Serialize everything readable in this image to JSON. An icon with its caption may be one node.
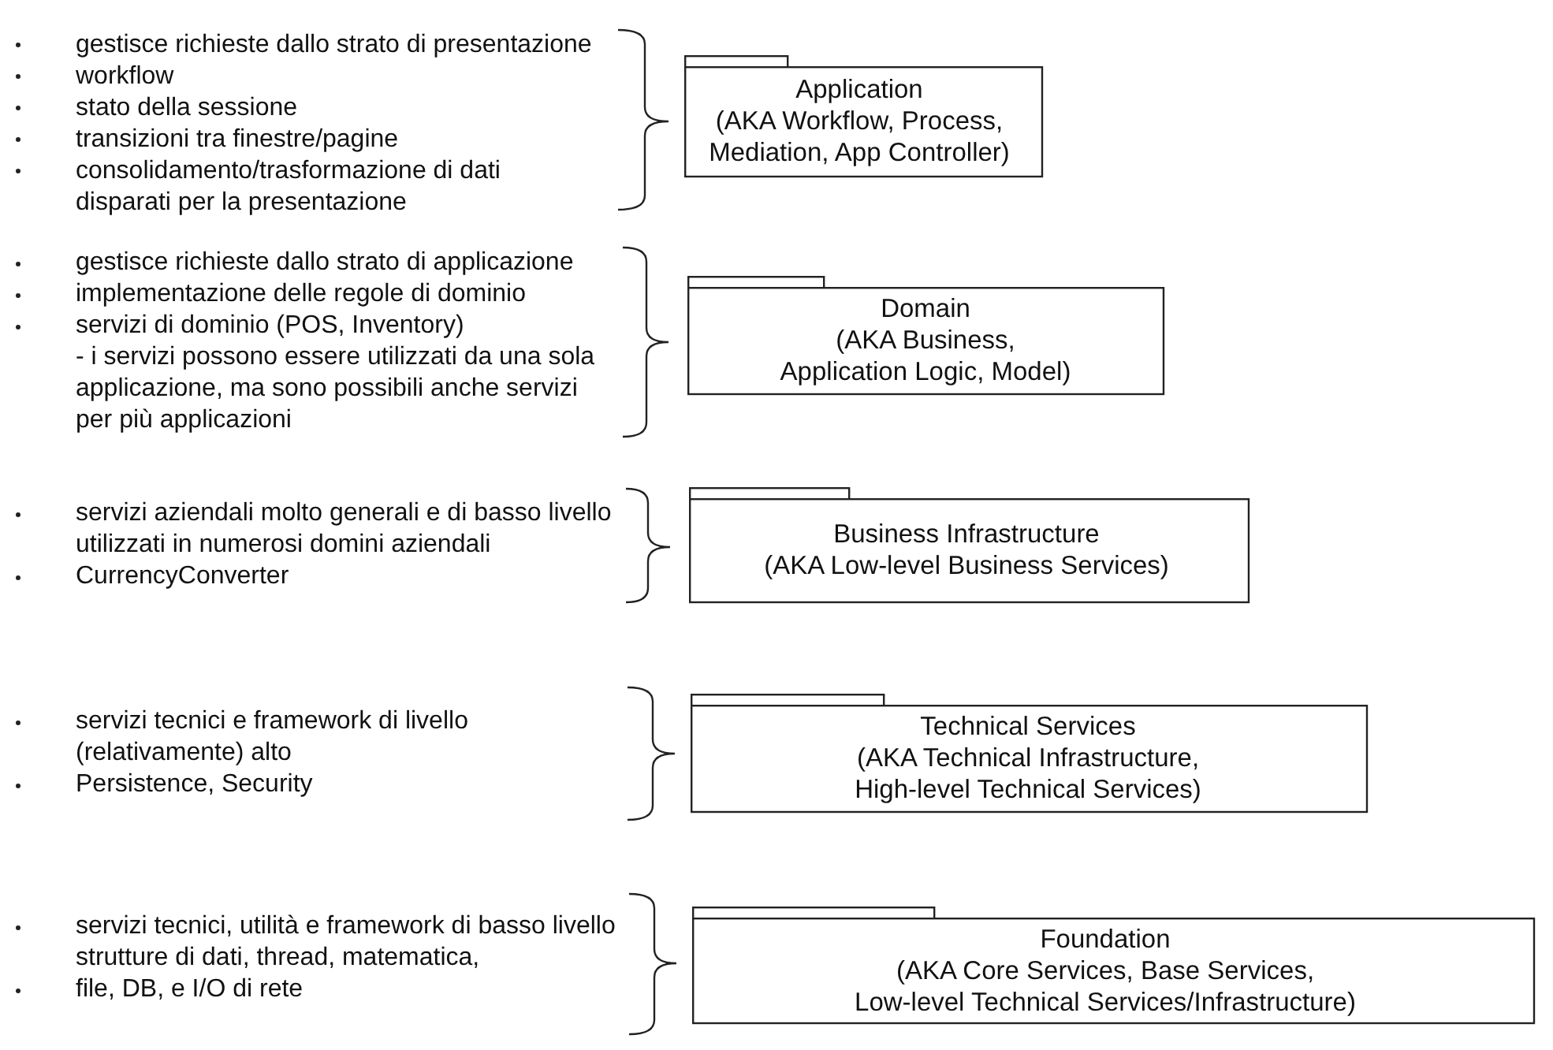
{
  "diagram": {
    "nodes": [
      {
        "text": [
          "Application",
          "(AKA Workflow, Process, Mediation, App Controller)"
        ]
      },
      {
        "text": [
          "Domain",
          "(AKA Business, Application Logic, Model)"
        ]
      },
      {
        "text": [
          "Business Infrastructure",
          "(AKA Low-level Business Services)"
        ]
      },
      {
        "text": [
          "Technical Services",
          "(AKA Technical Infrastructure, High-level Technical Services)"
        ]
      },
      {
        "text": [
          "Foundation",
          "(AKA Core Services, Base Services, Low-level Technical Services/Infrastructure)"
        ]
      }
    ],
    "labels": [
      "gestisce richieste dallo strato di presentazione",
      "workflow",
      "stato della sessione",
      "transizioni tra finestre/pagine",
      "consolidamento/trasformazione di dati disparati per la presentazione",
      "gestisce richieste dallo strato di applicazione",
      "implementazione delle regole di dominio",
      "servizi di dominio (POS, Inventory)",
      "- i servizi possono essere utilizzati da una sola applicazione, ma sono possibili anche servizi per più applicazioni",
      "servizi aziendali molto generali e di basso livello utilizzati in numerosi domini aziendali",
      "CurrencyConverter",
      "servizi tecnici e framework di livello (relativamente) alto",
      "Persistence, Security",
      "servizi tecnici, utilità e framework di basso livello strutture di dati, thread, matematica,",
      "file, DB, e I/O di rete"
    ]
  }
}
